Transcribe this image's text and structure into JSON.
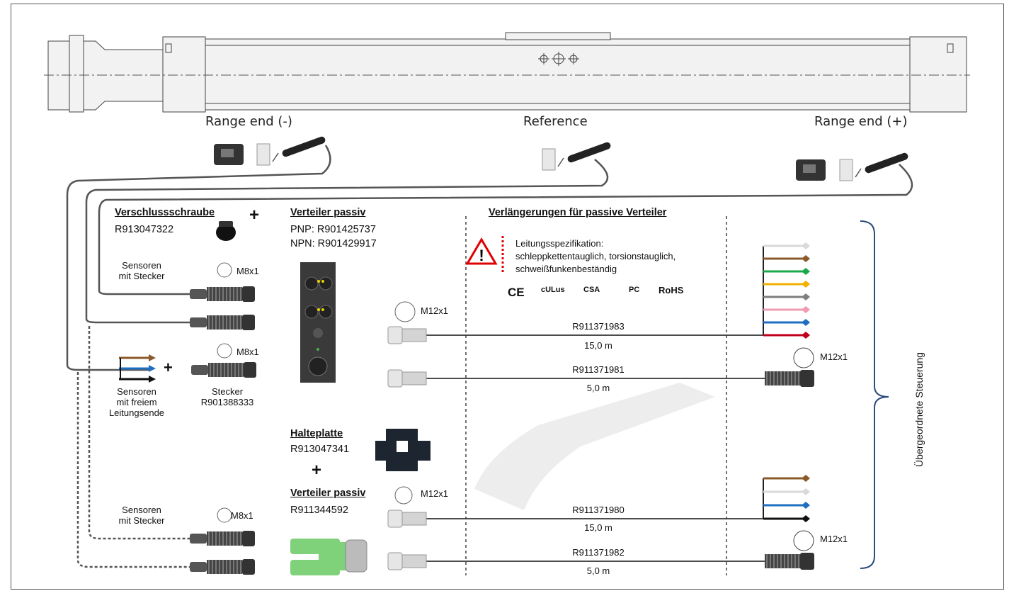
{
  "axis_labels": {
    "range_end_minus": "Range end (-)",
    "reference": "Reference",
    "range_end_plus": "Range end (+)"
  },
  "sealing_screw": {
    "title": "Verschlussschraube",
    "plus": "+",
    "part_no": "R913047322"
  },
  "distributor_1": {
    "title": "Verteiler passiv",
    "pnp": "PNP: R901425737",
    "npn": "NPN: R901429917"
  },
  "extensions_title": "Verlängerungen für passive Verteiler",
  "cable_spec": {
    "line1": "Leitungsspezifikation:",
    "line2": "schleppkettentauglich, torsionstauglich,",
    "line3": "schweißfunkenbeständig",
    "certs": [
      "CE",
      "cULus",
      "CSA",
      "PC",
      "RoHS"
    ]
  },
  "sensors_plug_1": {
    "line1": "Sensoren",
    "line2": "mit Stecker",
    "connector": "M8x1"
  },
  "sensors_free": {
    "line1": "Sensoren",
    "line2": "mit freiem",
    "line3": "Leitungsende",
    "plus": "+"
  },
  "plug": {
    "connector": "M8x1",
    "line1": "Stecker",
    "line2": "R901388333"
  },
  "cables": [
    {
      "part": "R911371983",
      "length": "15,0 m"
    },
    {
      "part": "R911371981",
      "length": "5,0 m"
    },
    {
      "part": "R911371980",
      "length": "15,0 m"
    },
    {
      "part": "R911371982",
      "length": "5,0 m"
    }
  ],
  "connectors": {
    "m12_a": "M12x1",
    "m12_b": "M12x1",
    "m12_c": "M12x1",
    "m12_d": "M12x1"
  },
  "holding_plate": {
    "title": "Halteplatte",
    "part_no": "R913047341",
    "plus": "+"
  },
  "distributor_2": {
    "title": "Verteiler passiv",
    "part_no": "R911344592"
  },
  "sensors_plug_2": {
    "line1": "Sensoren",
    "line2": "mit Stecker",
    "connector": "M8x1"
  },
  "controller_label": "Übergeordnete Steuerung",
  "wire_colors_8": [
    "#d9d9d9",
    "#8b5a2b",
    "#1aa84a",
    "#f2b100",
    "#7f7f7f",
    "#f29bb2",
    "#1f6fc1",
    "#c0001a"
  ],
  "wire_colors_4": [
    "#8b5a2b",
    "#d9d9d9",
    "#1f6fc1",
    "#111111"
  ],
  "free_wire_colors": [
    "#8b5a2b",
    "#1f6fc1",
    "#111111"
  ],
  "colors": {
    "cable": "#555555",
    "warning": "#e00000",
    "bracket": "#2c4c7c",
    "green_distributor": "#7fd17a"
  }
}
